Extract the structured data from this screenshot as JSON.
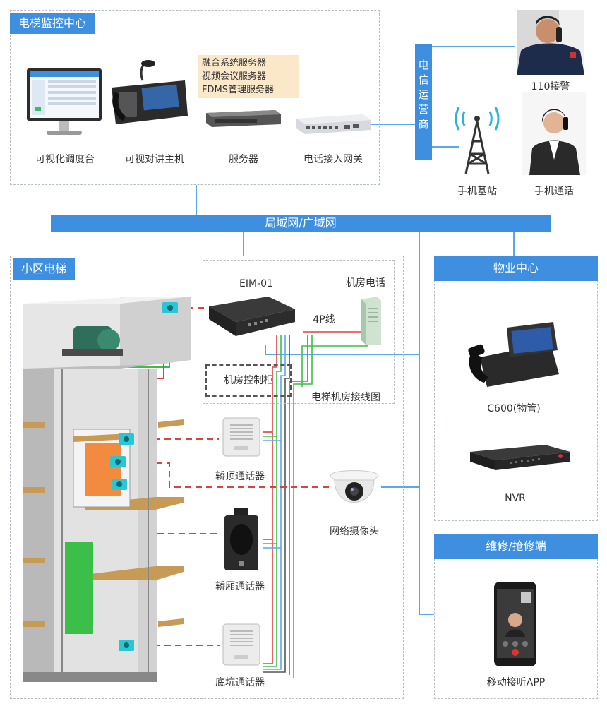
{
  "monitor_center": {
    "title": "电梯监控中心",
    "devices": [
      {
        "label": "可视化调度台"
      },
      {
        "label": "可视对讲主机"
      },
      {
        "label": "服务器"
      },
      {
        "label": "电话接入网关"
      }
    ],
    "server_notes": [
      "融合系统服务器",
      "视频会议服务器",
      "FDMS管理服务器"
    ]
  },
  "telecom": {
    "label": "电信运营商",
    "items": [
      {
        "label": "110接警"
      },
      {
        "label": "手机基站"
      },
      {
        "label": "手机通话"
      }
    ]
  },
  "network": {
    "label": "局域网/广域网"
  },
  "community_elevator": {
    "title": "小区电梯",
    "machine_room": {
      "device": "EIM-01",
      "phone": "机房电话",
      "cable": "4P线",
      "control_cabinet": "机房控制柜",
      "caption": "电梯机房接线图"
    },
    "intercoms": [
      {
        "label": "轿顶通话器"
      },
      {
        "label": "轿厢通话器"
      },
      {
        "label": "底坑通话器"
      }
    ],
    "camera": "网络摄像头"
  },
  "property_center": {
    "title": "物业中心",
    "items": [
      {
        "label": "C600(物管)"
      },
      {
        "label": "NVR"
      }
    ]
  },
  "repair": {
    "title": "维修/抢修端",
    "items": [
      {
        "label": "移动接听APP"
      }
    ]
  },
  "colors": {
    "accent": "#3e8fe0",
    "line_blue": "#5aa9e6",
    "dash_red": "#e04040",
    "wire_green": "#3cbf4a",
    "device_cyan": "#29c7d4"
  }
}
